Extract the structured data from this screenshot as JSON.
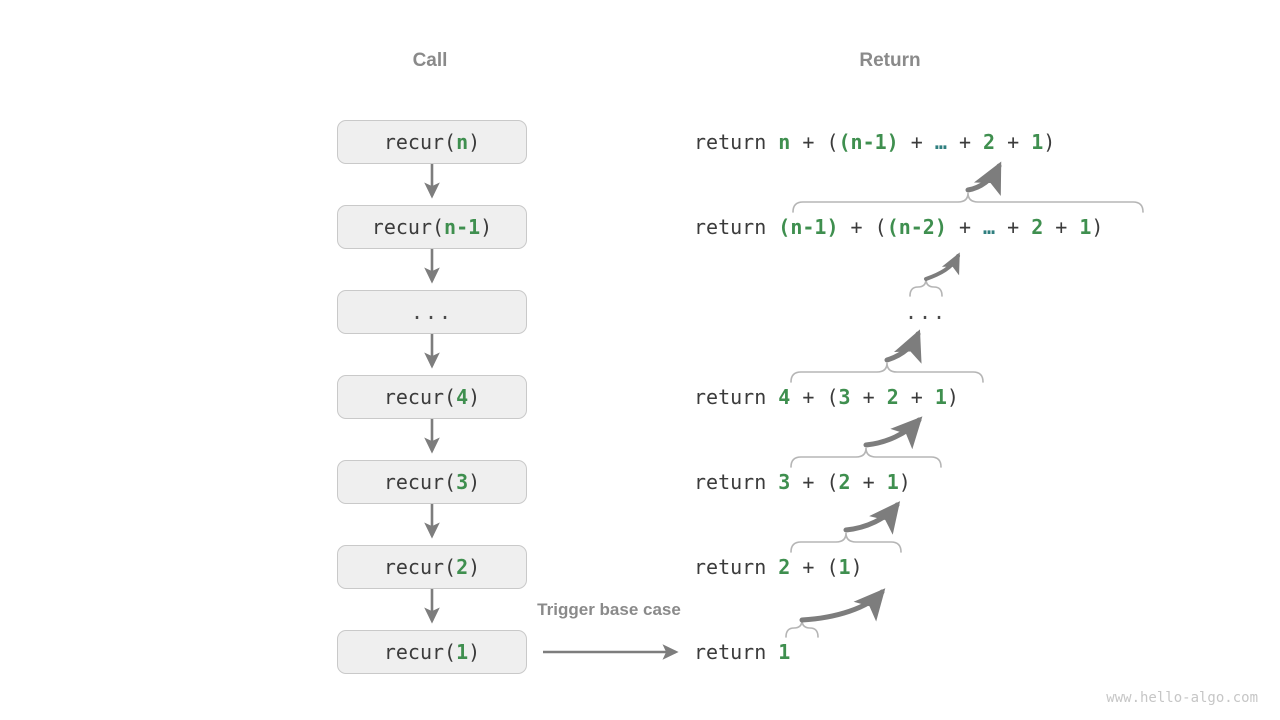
{
  "headers": {
    "call": "Call",
    "return": "Return"
  },
  "call_stack": {
    "items": [
      {
        "name": "recur-n",
        "prefix": "recur(",
        "arg": "n",
        "suffix": ")",
        "is_dots": false
      },
      {
        "name": "recur-n-1",
        "prefix": "recur(",
        "arg": "n-1",
        "suffix": ")",
        "is_dots": false
      },
      {
        "name": "recur-dots",
        "prefix": "",
        "arg": "...",
        "suffix": "",
        "is_dots": true
      },
      {
        "name": "recur-4",
        "prefix": "recur(",
        "arg": "4",
        "suffix": ")",
        "is_dots": false
      },
      {
        "name": "recur-3",
        "prefix": "recur(",
        "arg": "3",
        "suffix": ")",
        "is_dots": false
      },
      {
        "name": "recur-2",
        "prefix": "recur(",
        "arg": "2",
        "suffix": ")",
        "is_dots": false
      },
      {
        "name": "recur-1",
        "prefix": "recur(",
        "arg": "1",
        "suffix": ")",
        "is_dots": false
      }
    ]
  },
  "returns": {
    "keyword": "return",
    "lines": [
      {
        "name": "return-n",
        "text": "return n + ((n-1) + … + 2 + 1)",
        "tokens": [
          {
            "t": "return ",
            "c": "kw"
          },
          {
            "t": "n",
            "c": "g"
          },
          {
            "t": " + ",
            "c": "op"
          },
          {
            "t": "(",
            "c": "par"
          },
          {
            "t": "(n-1)",
            "c": "g"
          },
          {
            "t": " + ",
            "c": "op"
          },
          {
            "t": "…",
            "c": "el"
          },
          {
            "t": " + ",
            "c": "op"
          },
          {
            "t": "2",
            "c": "g"
          },
          {
            "t": " + ",
            "c": "op"
          },
          {
            "t": "1",
            "c": "g"
          },
          {
            "t": ")",
            "c": "par"
          }
        ]
      },
      {
        "name": "return-n-1",
        "text": "return (n-1) + ((n-2) + … + 2 + 1)",
        "tokens": [
          {
            "t": "return ",
            "c": "kw"
          },
          {
            "t": "(n-1)",
            "c": "g"
          },
          {
            "t": " + ",
            "c": "op"
          },
          {
            "t": "(",
            "c": "par"
          },
          {
            "t": "(n-2)",
            "c": "g"
          },
          {
            "t": " + ",
            "c": "op"
          },
          {
            "t": "…",
            "c": "el"
          },
          {
            "t": " + ",
            "c": "op"
          },
          {
            "t": "2",
            "c": "g"
          },
          {
            "t": " + ",
            "c": "op"
          },
          {
            "t": "1",
            "c": "g"
          },
          {
            "t": ")",
            "c": "par"
          }
        ]
      },
      {
        "name": "return-4",
        "text": "return 4 + (3 + 2 + 1)",
        "tokens": [
          {
            "t": "return ",
            "c": "kw"
          },
          {
            "t": "4",
            "c": "g"
          },
          {
            "t": " + ",
            "c": "op"
          },
          {
            "t": "(",
            "c": "par"
          },
          {
            "t": "3",
            "c": "g"
          },
          {
            "t": " + ",
            "c": "op"
          },
          {
            "t": "2",
            "c": "g"
          },
          {
            "t": " + ",
            "c": "op"
          },
          {
            "t": "1",
            "c": "g"
          },
          {
            "t": ")",
            "c": "par"
          }
        ]
      },
      {
        "name": "return-3",
        "text": "return 3 + (2 + 1)",
        "tokens": [
          {
            "t": "return ",
            "c": "kw"
          },
          {
            "t": "3",
            "c": "g"
          },
          {
            "t": " + ",
            "c": "op"
          },
          {
            "t": "(",
            "c": "par"
          },
          {
            "t": "2",
            "c": "g"
          },
          {
            "t": " + ",
            "c": "op"
          },
          {
            "t": "1",
            "c": "g"
          },
          {
            "t": ")",
            "c": "par"
          }
        ]
      },
      {
        "name": "return-2",
        "text": "return 2 + (1)",
        "tokens": [
          {
            "t": "return ",
            "c": "kw"
          },
          {
            "t": "2",
            "c": "g"
          },
          {
            "t": " + ",
            "c": "op"
          },
          {
            "t": "(",
            "c": "par"
          },
          {
            "t": "1",
            "c": "g"
          },
          {
            "t": ")",
            "c": "par"
          }
        ]
      },
      {
        "name": "return-1",
        "text": "return 1",
        "tokens": [
          {
            "t": "return ",
            "c": "kw"
          },
          {
            "t": "1",
            "c": "g"
          }
        ]
      }
    ],
    "dots": "..."
  },
  "annotations": {
    "trigger_base_case": "Trigger base case"
  },
  "watermark": "www.hello-algo.com",
  "colors": {
    "box_fill": "#efefef",
    "box_border": "#c9c9c9",
    "green": "#3f8f4f",
    "teal": "#2f7f7f",
    "text": "#3b3b3b",
    "gray_label": "#8a8a8a",
    "arrow": "#7d7d7d",
    "brace": "#b5b5b5",
    "watermark": "#c6c6c6"
  }
}
